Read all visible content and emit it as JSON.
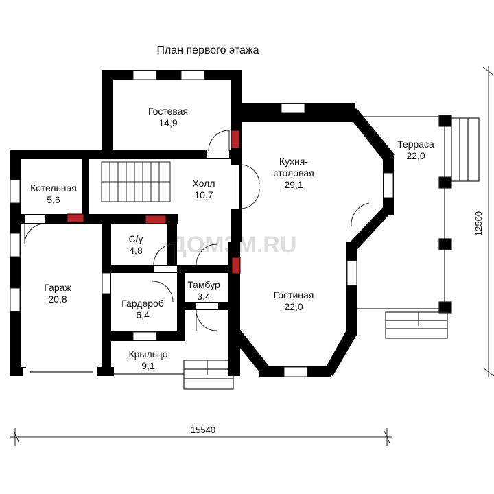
{
  "plan": {
    "title": "План первого этажа",
    "watermark": "ДОМ3М.RU",
    "rooms": [
      {
        "name": "Гостевая",
        "area": "14,9"
      },
      {
        "name": "Котельная",
        "area": "5,6"
      },
      {
        "name": "Холл",
        "area": "10,7"
      },
      {
        "name": "Кухня-",
        "name2": "столовая",
        "area": "29,1"
      },
      {
        "name": "Терраса",
        "area": "22,0"
      },
      {
        "name": "С/у",
        "area": "4,8"
      },
      {
        "name": "Гараж",
        "area": "20,8"
      },
      {
        "name": "Тамбур",
        "area": "3,4"
      },
      {
        "name": "Гостиная",
        "area": "22,0"
      },
      {
        "name": "Гардероб",
        "area": "6,4"
      },
      {
        "name": "Крыльцо",
        "area": "9,1"
      }
    ],
    "dimensions": {
      "width": "15540",
      "depth": "12500"
    },
    "colors": {
      "wall": "#000000",
      "chimney": "#b4262a",
      "window": "#ffffff"
    }
  }
}
